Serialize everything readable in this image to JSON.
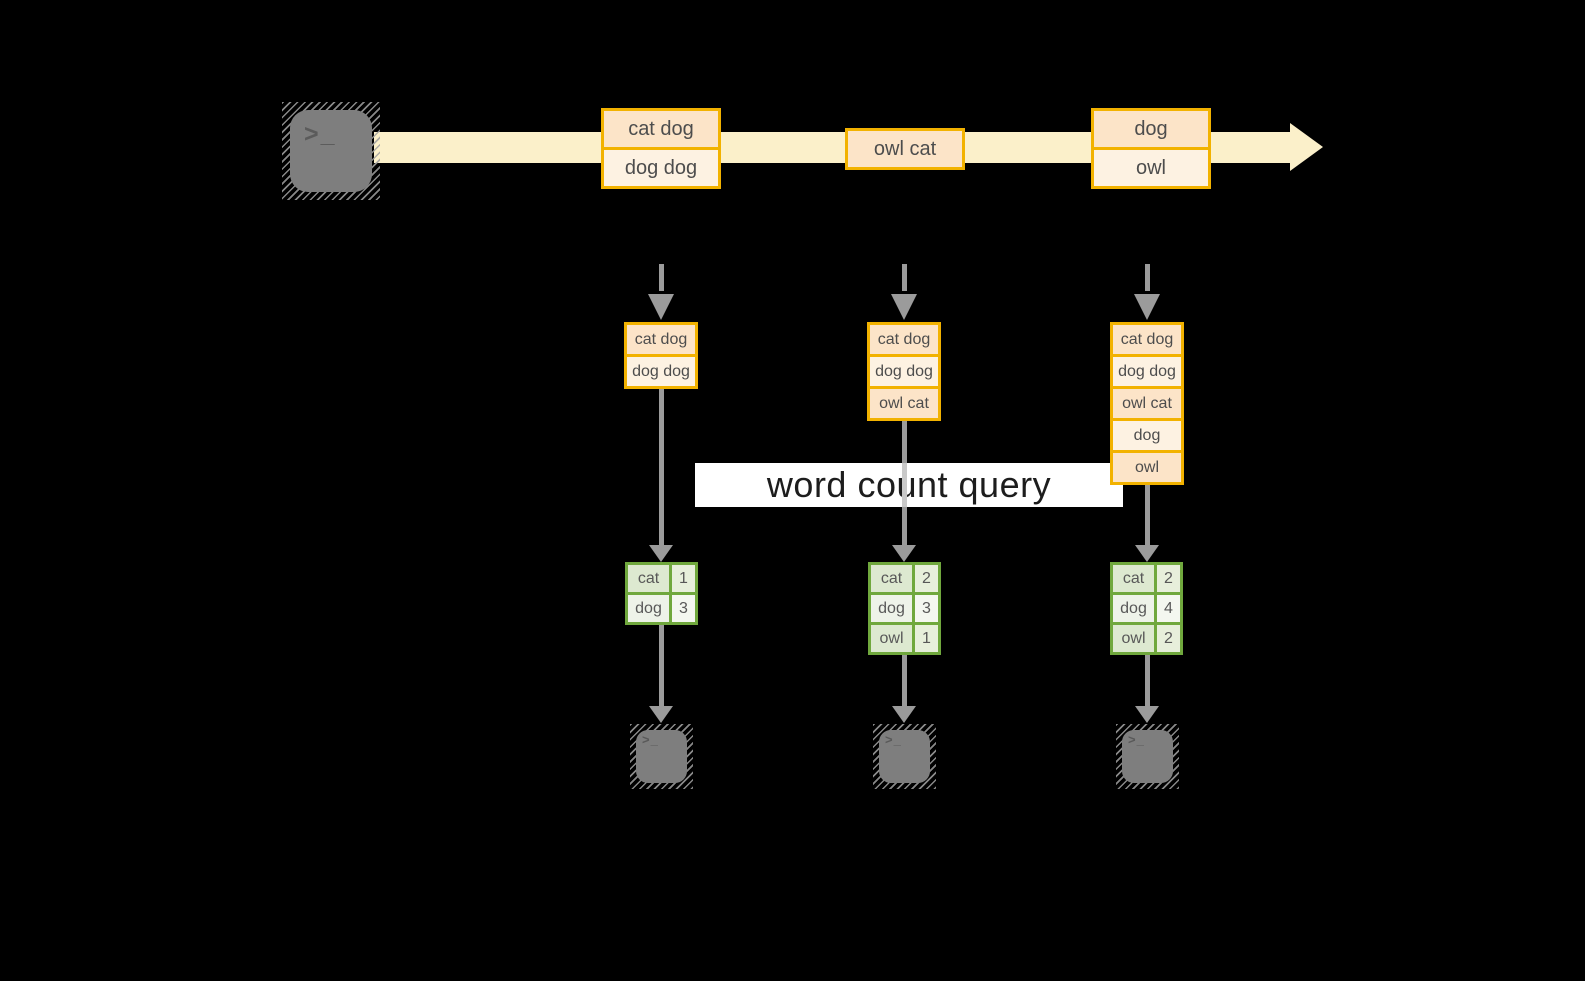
{
  "query_label": "word count query",
  "terminal_prompt": ">_",
  "colors": {
    "amber_border": "#f2b200",
    "cell_peach": "#fce4c8",
    "cell_cream": "#fdf2e2",
    "band": "#fbf0ca",
    "arrow_gray": "#9b9b9b",
    "green_border": "#70a83d",
    "green_cell_dark": "#dde9d0",
    "green_cell_num_dark": "#e7efdb",
    "green_cell_light": "#eef3e9",
    "green_cell_num_light": "#f4f7f0"
  },
  "timeline_batches": [
    {
      "messages": [
        "cat dog",
        "dog dog"
      ]
    },
    {
      "messages": [
        "owl cat"
      ]
    },
    {
      "messages": [
        "dog",
        "owl"
      ]
    }
  ],
  "pipelines": [
    {
      "log": [
        "cat dog",
        "dog dog"
      ],
      "counts": [
        {
          "word": "cat",
          "count": "1"
        },
        {
          "word": "dog",
          "count": "3"
        }
      ]
    },
    {
      "log": [
        "cat dog",
        "dog dog",
        "owl cat"
      ],
      "counts": [
        {
          "word": "cat",
          "count": "2"
        },
        {
          "word": "dog",
          "count": "3"
        },
        {
          "word": "owl",
          "count": "1"
        }
      ]
    },
    {
      "log": [
        "cat dog",
        "dog dog",
        "owl cat",
        "dog",
        "owl"
      ],
      "counts": [
        {
          "word": "cat",
          "count": "2"
        },
        {
          "word": "dog",
          "count": "4"
        },
        {
          "word": "owl",
          "count": "2"
        }
      ]
    }
  ]
}
